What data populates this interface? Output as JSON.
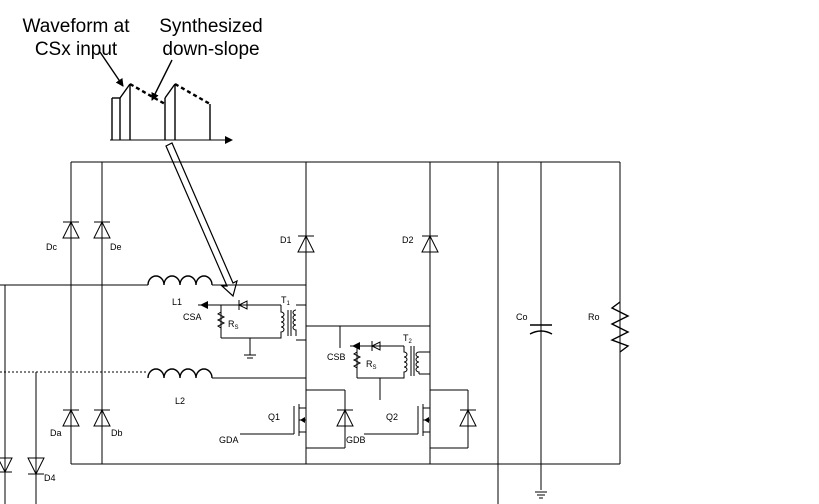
{
  "captions": {
    "waveform_line1": "Waveform at",
    "waveform_line2": "CSx input",
    "synth_line1": "Synthesized",
    "synth_line2": "down-slope"
  },
  "labels": {
    "dc": "Dc",
    "de": "De",
    "da": "Da",
    "db": "Db",
    "d4": "D4",
    "d1": "D1",
    "d2": "D2",
    "l1": "L1",
    "l2": "L2",
    "t1": "T",
    "t1_sub": "1",
    "t2": "T",
    "t2_sub": "2",
    "csa": "CSA",
    "csb": "CSB",
    "rs_a": "R",
    "rs_a_sub": "S",
    "rs_b": "R",
    "rs_b_sub": "S",
    "q1": "Q1",
    "q2": "Q2",
    "gda": "GDA",
    "gdb": "GDB",
    "co": "Co",
    "ro": "Ro"
  }
}
